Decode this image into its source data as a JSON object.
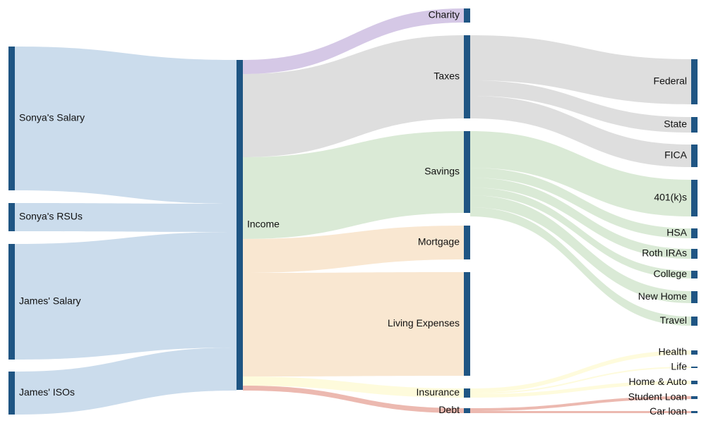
{
  "chart_data": {
    "type": "sankey",
    "nodes": [
      {
        "id": "sonya_salary",
        "label": "Sonya's Salary"
      },
      {
        "id": "sonya_rsus",
        "label": "Sonya's RSUs"
      },
      {
        "id": "james_salary",
        "label": "James' Salary"
      },
      {
        "id": "james_isos",
        "label": "James' ISOs"
      },
      {
        "id": "income",
        "label": "Income"
      },
      {
        "id": "charity",
        "label": "Charity"
      },
      {
        "id": "taxes",
        "label": "Taxes"
      },
      {
        "id": "savings",
        "label": "Savings"
      },
      {
        "id": "mortgage",
        "label": "Mortgage"
      },
      {
        "id": "living",
        "label": "Living Expenses"
      },
      {
        "id": "insurance",
        "label": "Insurance"
      },
      {
        "id": "debt",
        "label": "Debt"
      },
      {
        "id": "federal",
        "label": "Federal"
      },
      {
        "id": "state",
        "label": "State"
      },
      {
        "id": "fica",
        "label": "FICA"
      },
      {
        "id": "k401",
        "label": "401(k)s"
      },
      {
        "id": "hsa",
        "label": "HSA"
      },
      {
        "id": "roth",
        "label": "Roth IRAs"
      },
      {
        "id": "college",
        "label": "College"
      },
      {
        "id": "newhome",
        "label": "New Home"
      },
      {
        "id": "travel",
        "label": "Travel"
      },
      {
        "id": "health",
        "label": "Health"
      },
      {
        "id": "life",
        "label": "Life"
      },
      {
        "id": "homeauto",
        "label": "Home & Auto"
      },
      {
        "id": "studentloan",
        "label": "Student Loan"
      },
      {
        "id": "carloan",
        "label": "Car loan"
      }
    ],
    "links": [
      {
        "source": "sonya_salary",
        "target": "income",
        "value": 204
      },
      {
        "source": "sonya_rsus",
        "target": "income",
        "value": 40
      },
      {
        "source": "james_salary",
        "target": "income",
        "value": 164
      },
      {
        "source": "james_isos",
        "target": "income",
        "value": 61
      },
      {
        "source": "income",
        "target": "charity",
        "value": 20
      },
      {
        "source": "income",
        "target": "taxes",
        "value": 118
      },
      {
        "source": "income",
        "target": "savings",
        "value": 116
      },
      {
        "source": "income",
        "target": "mortgage",
        "value": 48
      },
      {
        "source": "income",
        "target": "living",
        "value": 147
      },
      {
        "source": "income",
        "target": "insurance",
        "value": 13
      },
      {
        "source": "income",
        "target": "debt",
        "value": 7
      },
      {
        "source": "taxes",
        "target": "federal",
        "value": 64
      },
      {
        "source": "taxes",
        "target": "state",
        "value": 22
      },
      {
        "source": "taxes",
        "target": "fica",
        "value": 32
      },
      {
        "source": "savings",
        "target": "k401",
        "value": 52
      },
      {
        "source": "savings",
        "target": "hsa",
        "value": 14
      },
      {
        "source": "savings",
        "target": "roth",
        "value": 14
      },
      {
        "source": "savings",
        "target": "college",
        "value": 11
      },
      {
        "source": "savings",
        "target": "newhome",
        "value": 17
      },
      {
        "source": "savings",
        "target": "travel",
        "value": 13
      },
      {
        "source": "insurance",
        "target": "health",
        "value": 6
      },
      {
        "source": "insurance",
        "target": "life",
        "value": 2
      },
      {
        "source": "insurance",
        "target": "homeauto",
        "value": 5
      },
      {
        "source": "debt",
        "target": "studentloan",
        "value": 4
      },
      {
        "source": "debt",
        "target": "carloan",
        "value": 3
      }
    ],
    "colors": {
      "node": "#1f5583",
      "salary_flows": "#a1bfdc",
      "charity": "#b39ad1",
      "taxes": "#c2c2c2",
      "savings": "#bcd9b4",
      "housing_living": "#f4d4ab",
      "insurance": "#fdf8c0",
      "debt": "#dd806f"
    }
  }
}
